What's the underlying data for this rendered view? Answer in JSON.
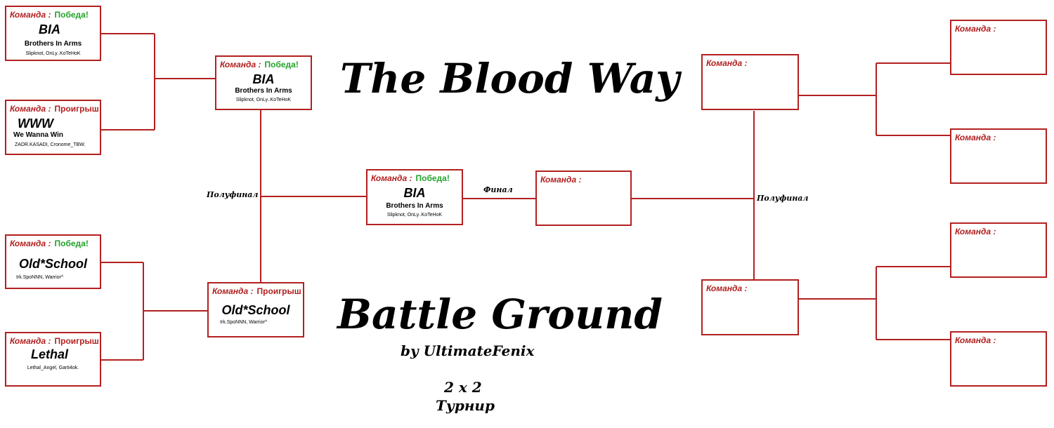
{
  "titles": {
    "main": "The Blood Way",
    "sub": "Battle Ground",
    "author": "by UltimateFenix",
    "format": "2 x 2",
    "type": "Турнир"
  },
  "stages": {
    "semifinal_left": "Полуфинал",
    "final": "Финал",
    "semifinal_right": "Полуфинал"
  },
  "team_label": "Команда :",
  "colors": {
    "accent": "#b32020",
    "win": "#22a32a",
    "loss": "#b32020"
  },
  "matches": {
    "left_r1_a": {
      "result": "Победа!",
      "name": "BIA",
      "full": "Brothers In Arms",
      "players": "Slipknot, OnLy..KoTeHoK"
    },
    "left_r1_b": {
      "result": "Проигрыш",
      "name": "WWW",
      "full": "We Wanna Win",
      "players": "ZADR.KASADI, Cronome_TBW."
    },
    "left_r1_c": {
      "result": "Победа!",
      "name": "Old*School",
      "full": "",
      "players": "Irk.SpoNNN, Warrior^"
    },
    "left_r1_d": {
      "result": "Проигрыш",
      "name": "Lethal",
      "full": "",
      "players": "Lethal_Angel, Garti4ok."
    },
    "left_r2_a": {
      "result": "Победа!",
      "name": "BIA",
      "full": "Brothers In Arms",
      "players": "Slipknot, OnLy..KoTeHoK"
    },
    "left_r2_b": {
      "result": "Проигрыш",
      "name": "Old*School",
      "full": "",
      "players": "Irk.SpoNNN, Warrior^"
    },
    "left_final": {
      "result": "Победа!",
      "name": "BIA",
      "full": "Brothers In Arms",
      "players": "Slipknot, OnLy..KoTeHoK"
    },
    "right_final": {
      "result": "",
      "name": "",
      "full": "",
      "players": ""
    },
    "right_r2_a": {
      "result": "",
      "name": "",
      "full": "",
      "players": ""
    },
    "right_r2_b": {
      "result": "",
      "name": "",
      "full": "",
      "players": ""
    },
    "right_r1_a": {
      "result": "",
      "name": "",
      "full": "",
      "players": ""
    },
    "right_r1_b": {
      "result": "",
      "name": "",
      "full": "",
      "players": ""
    },
    "right_r1_c": {
      "result": "",
      "name": "",
      "full": "",
      "players": ""
    },
    "right_r1_d": {
      "result": "",
      "name": "",
      "full": "",
      "players": ""
    }
  }
}
